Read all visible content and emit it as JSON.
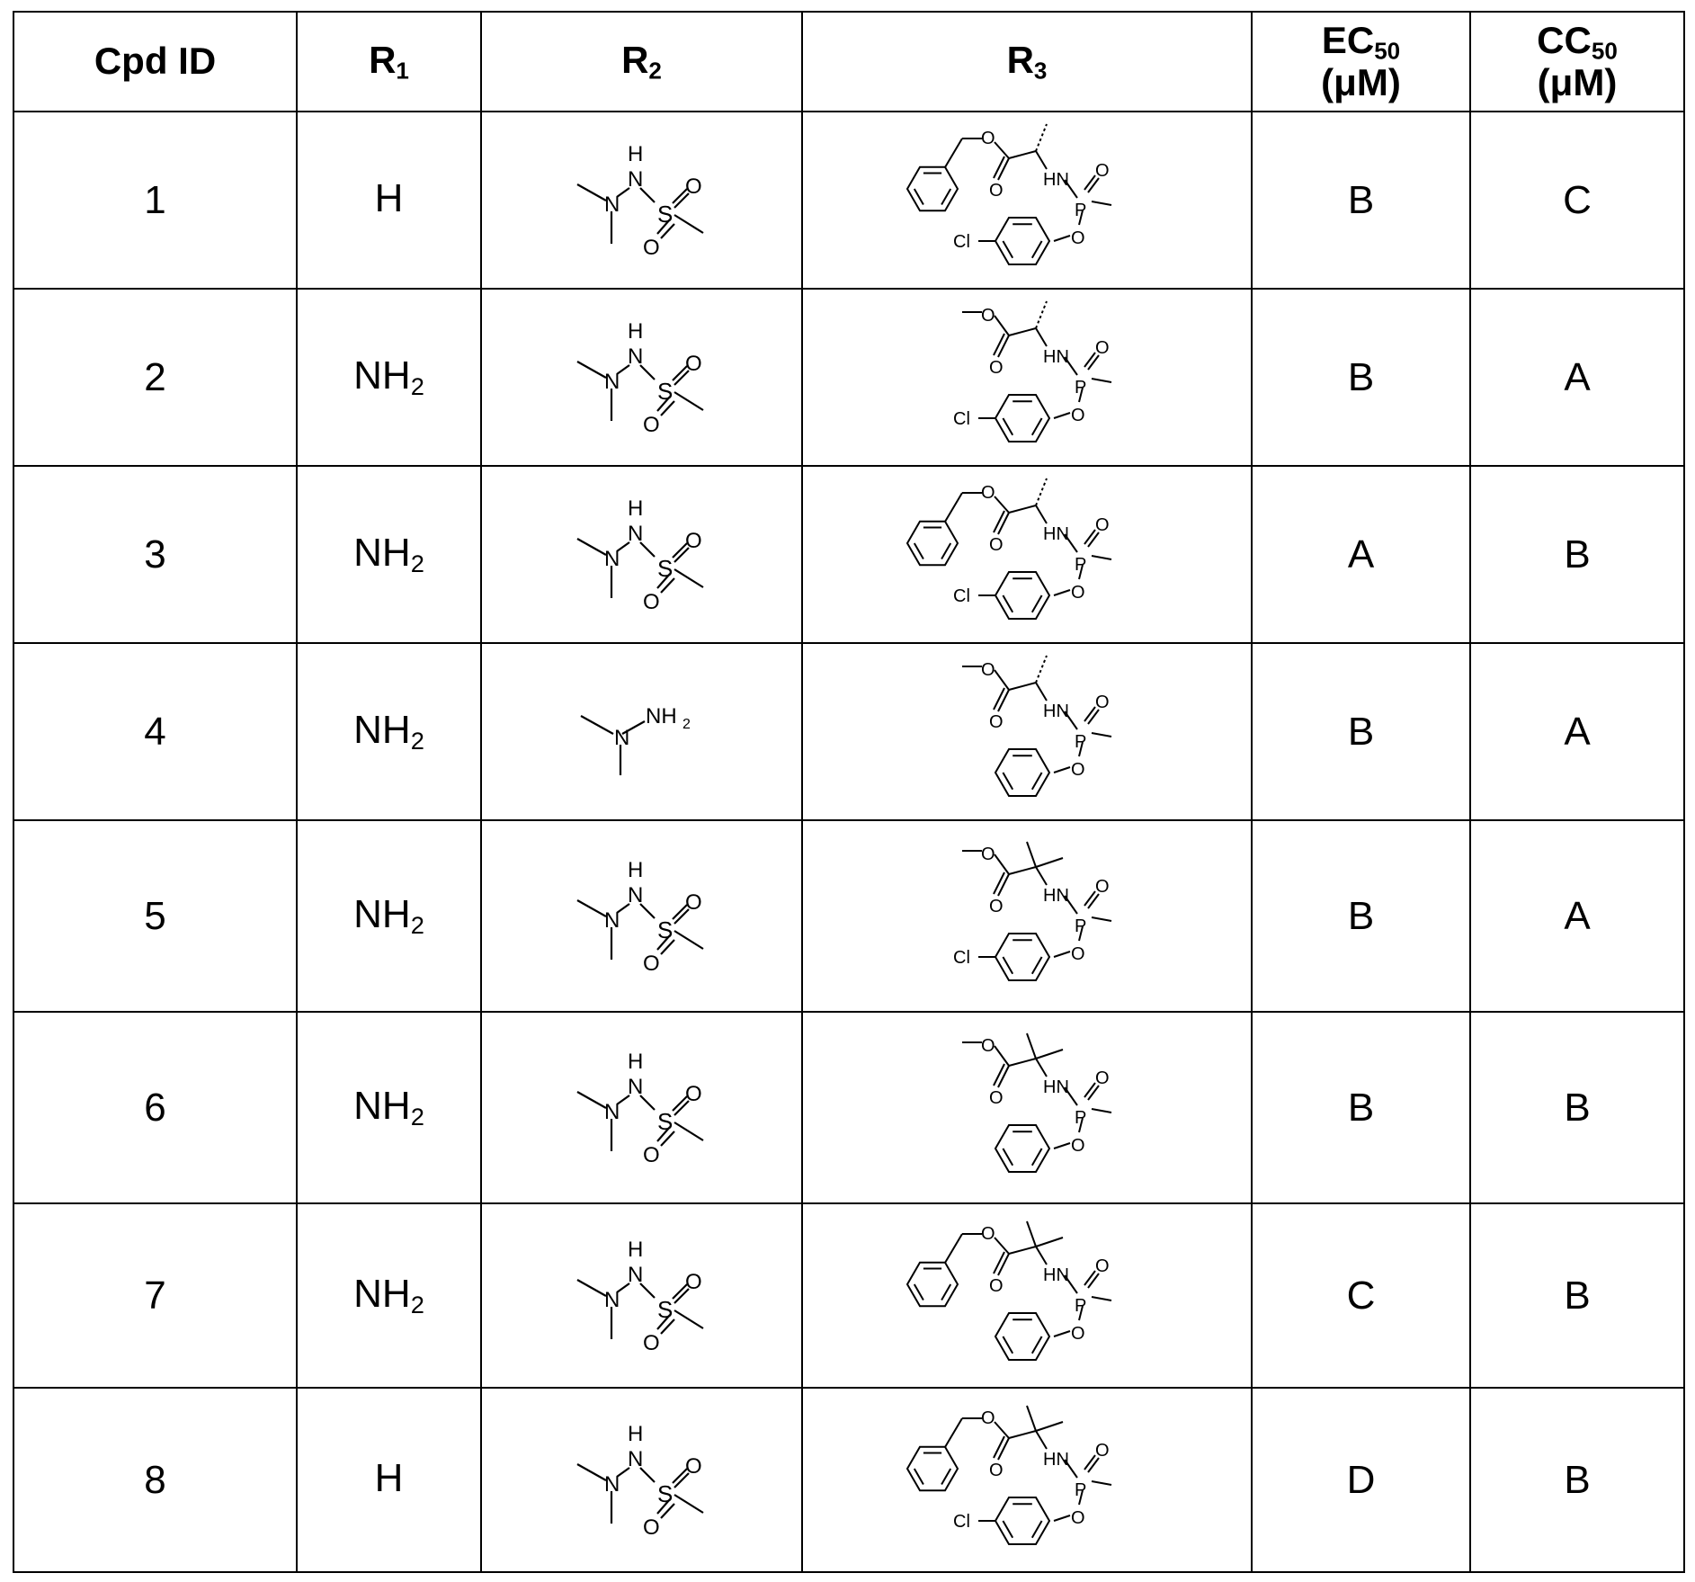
{
  "table": {
    "headers": {
      "cpd_id": "Cpd ID",
      "r1": {
        "main": "R",
        "sub": "1"
      },
      "r2": {
        "main": "R",
        "sub": "2"
      },
      "r3": {
        "main": "R",
        "sub": "3"
      },
      "ec50": {
        "main": "EC",
        "sub": "50",
        "unit": "(μM)"
      },
      "cc50": {
        "main": "CC",
        "sub": "50",
        "unit": "(μM)"
      }
    },
    "rows": [
      {
        "id": "1",
        "r1": {
          "main": "H",
          "sub": ""
        },
        "r2": "N,N-dimethylhydrazinyl methanesulfonamide",
        "r3": "benzyl ester, alanine, 4-chlorophenoxy methylphosphonamidate",
        "ec50": "B",
        "cc50": "C"
      },
      {
        "id": "2",
        "r1": {
          "main": "NH",
          "sub": "2"
        },
        "r2": "N,N-dimethylhydrazinyl methanesulfonamide",
        "r3": "methyl ester, alanine, 4-chlorophenoxy methylphosphonamidate",
        "ec50": "B",
        "cc50": "A"
      },
      {
        "id": "3",
        "r1": {
          "main": "NH",
          "sub": "2"
        },
        "r2": "N,N-dimethylhydrazinyl methanesulfonamide",
        "r3": "benzyl ester, alanine, 4-chlorophenoxy methylphosphonamidate",
        "ec50": "A",
        "cc50": "B"
      },
      {
        "id": "4",
        "r1": {
          "main": "NH",
          "sub": "2"
        },
        "r2": "N,N-dimethylhydrazinyl",
        "r3": "methyl ester, alanine, phenoxy methylphosphonamidate",
        "ec50": "B",
        "cc50": "A"
      },
      {
        "id": "5",
        "r1": {
          "main": "NH",
          "sub": "2"
        },
        "r2": "N,N-dimethylhydrazinyl methanesulfonamide",
        "r3": "methyl ester, dimethylglycine, 4-chlorophenoxy methylphosphonamidate",
        "ec50": "B",
        "cc50": "A"
      },
      {
        "id": "6",
        "r1": {
          "main": "NH",
          "sub": "2"
        },
        "r2": "N,N-dimethylhydrazinyl methanesulfonamide",
        "r3": "methyl ester, dimethylglycine, phenoxy methylphosphonamidate",
        "ec50": "B",
        "cc50": "B"
      },
      {
        "id": "7",
        "r1": {
          "main": "NH",
          "sub": "2"
        },
        "r2": "N,N-dimethylhydrazinyl methanesulfonamide",
        "r3": "benzyl ester, dimethylglycine, phenoxy methylphosphonamidate",
        "ec50": "C",
        "cc50": "B"
      },
      {
        "id": "8",
        "r1": {
          "main": "H",
          "sub": ""
        },
        "r2": "N,N-dimethylhydrazinyl methanesulfonamide",
        "r3": "benzyl ester, dimethylglycine, 4-chlorophenoxy methylphosphonamidate",
        "ec50": "D",
        "cc50": "B"
      }
    ]
  },
  "atom_labels": {
    "N": "N",
    "H": "H",
    "S": "S",
    "O": "O",
    "P": "P",
    "HN": "HN",
    "Cl": "Cl",
    "NH": "NH",
    "sub2": "2"
  }
}
